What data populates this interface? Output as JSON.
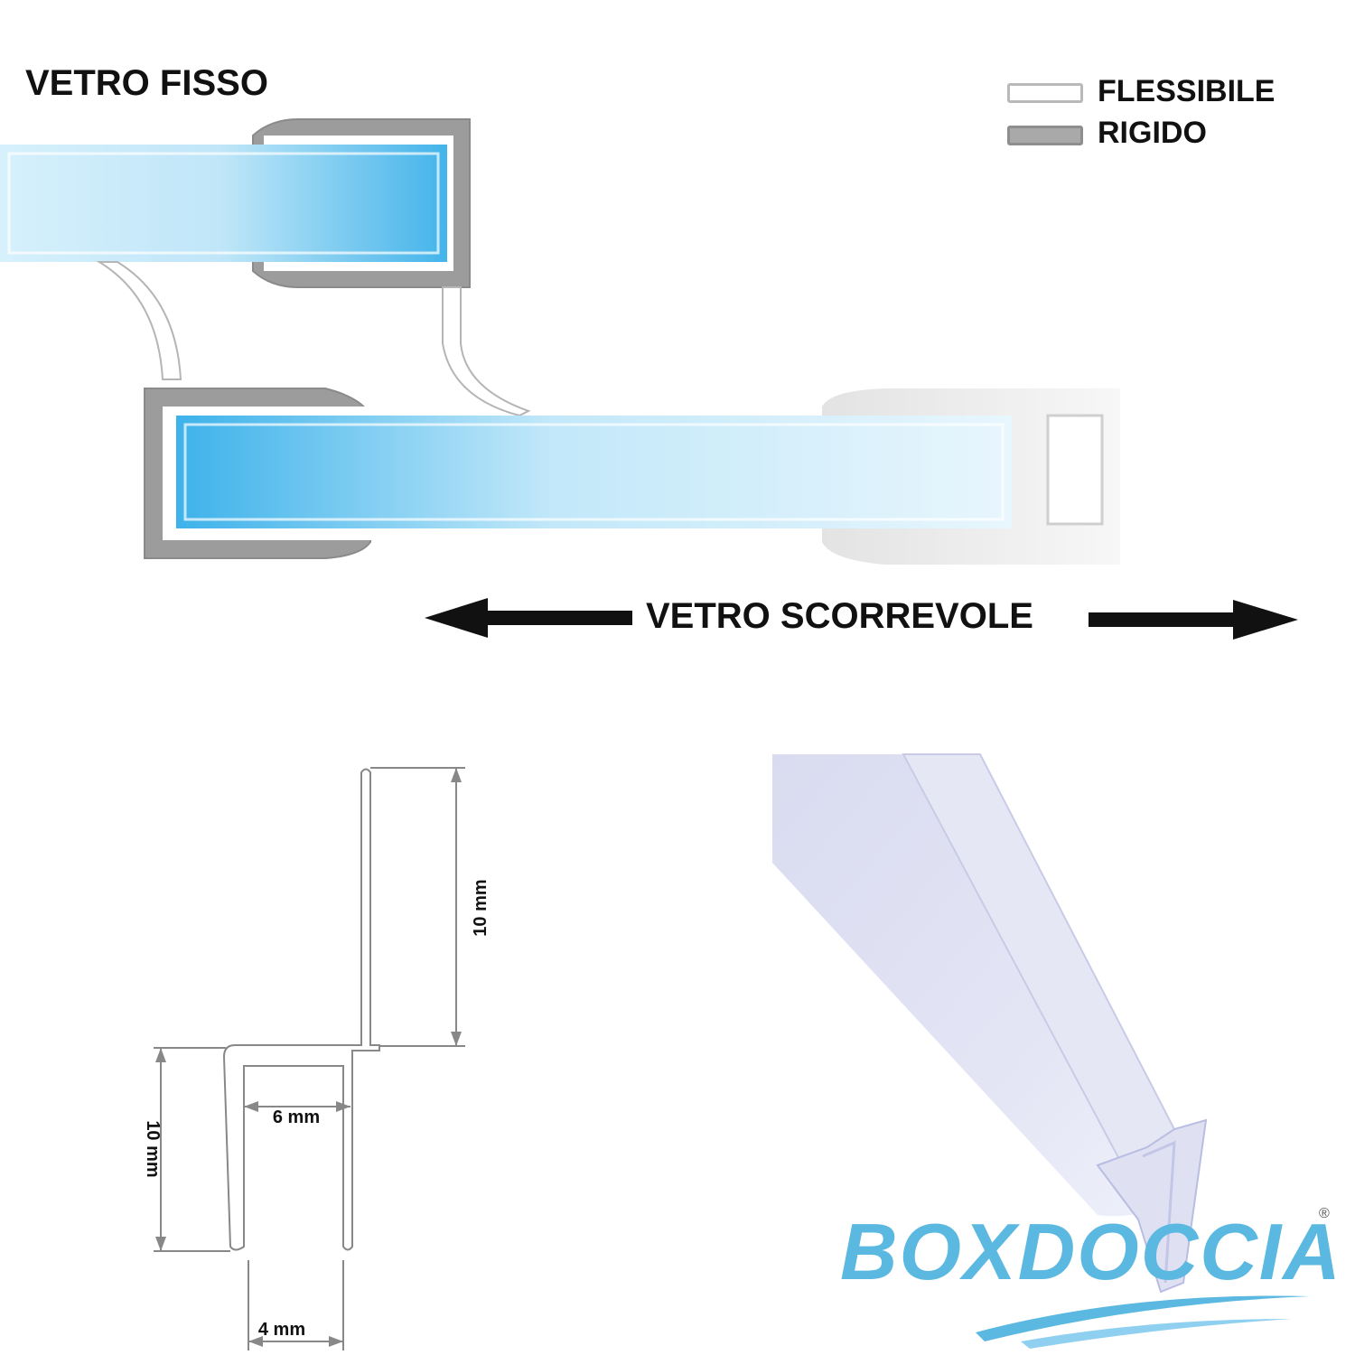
{
  "labels": {
    "fixed_glass": "VETRO FISSO",
    "sliding_glass": "VETRO SCORREVOLE"
  },
  "legend": {
    "flexible": "FLESSIBILE",
    "rigid": "RIGIDO"
  },
  "dimensions": {
    "upper_fin": "10 mm",
    "channel_height": "10 mm",
    "channel_inner_width": "6 mm",
    "opening_width": "4 mm"
  },
  "brand": {
    "name": "BOXDOCCIA",
    "registered": "®"
  },
  "colors": {
    "glass": "#8fd0f2",
    "rigid": "#9a9a9a",
    "flexible": "#ffffff",
    "brand": "#5bb8e0"
  }
}
